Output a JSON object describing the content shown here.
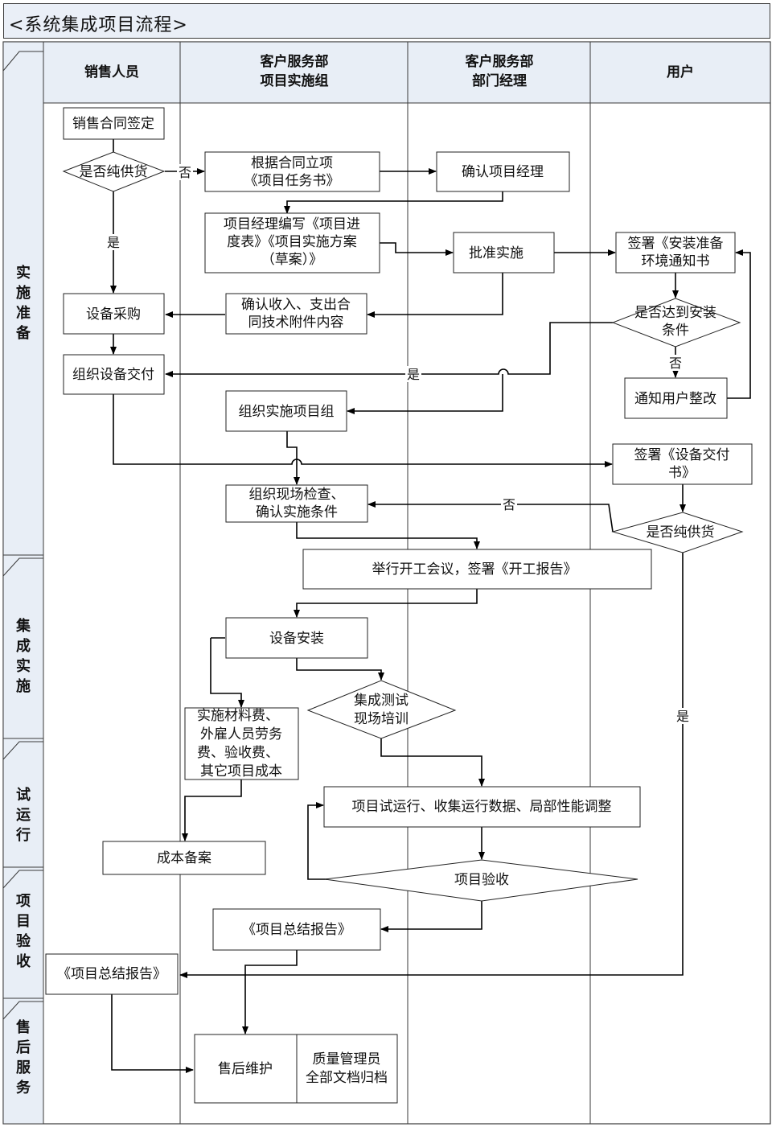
{
  "title": "<系统集成项目流程>",
  "lanes": {
    "sales": "销售人员",
    "cs_team_1": "客户服务部",
    "cs_team_2": "项目实施组",
    "cs_mgr_1": "客户服务部",
    "cs_mgr_2": "部门经理",
    "user": "用户"
  },
  "phases": {
    "prep": [
      "实",
      "施",
      "准",
      "备"
    ],
    "integ": [
      "集",
      "成",
      "实",
      "施"
    ],
    "trial": [
      "试",
      "运",
      "行"
    ],
    "accept": [
      "项",
      "目",
      "验",
      "收"
    ],
    "after": [
      "售",
      "后",
      "服",
      "务"
    ]
  },
  "nodes": {
    "sign_contract": [
      "销售合同签定"
    ],
    "pure_supply_1": [
      "是否纯供货"
    ],
    "setup_project": [
      "根据合同立项",
      "《项目任务书》"
    ],
    "confirm_pm": [
      "确认项目经理"
    ],
    "pm_schedule": [
      "项目经理编写《项目进",
      "度表》《项目实施方案",
      "（草案）》"
    ],
    "approve": [
      "批准实施"
    ],
    "sign_env": [
      "签署《安装准备",
      "环境通知书"
    ],
    "equip_purchase": [
      "设备采购"
    ],
    "confirm_income": [
      "确认收入、支出合",
      "同技术附件内容"
    ],
    "install_ready": [
      "是否达到安装",
      "条件"
    ],
    "org_delivery": [
      "组织设备交付"
    ],
    "notify_fix": [
      "通知用户整改"
    ],
    "org_team": [
      "组织实施项目组"
    ],
    "sign_delivery": [
      "签署《设备交付",
      "书》"
    ],
    "site_check": [
      "组织现场检查、",
      "确认实施条件"
    ],
    "pure_supply_2": [
      "是否纯供货"
    ],
    "kickoff": [
      "举行开工会议，签署《开工报告》"
    ],
    "equip_install": [
      "设备安装"
    ],
    "integ_test": [
      "集成测试",
      "现场培训"
    ],
    "cost_items": [
      "实施材料费、",
      "外雇人员劳务",
      "费、验收费、",
      "其它项目成本"
    ],
    "trial_run": [
      "项目试运行、收集运行数据、局部性能调整"
    ],
    "cost_record": [
      "成本备案"
    ],
    "acceptance": [
      "项目验收"
    ],
    "summary_1": [
      "《项目总结报告》"
    ],
    "summary_2": [
      "《项目总结报告》"
    ],
    "after_sales": [
      "售后维护"
    ],
    "archive": [
      "质量管理员",
      "全部文档归档"
    ]
  },
  "edge_labels": {
    "no_1": "否",
    "yes_1": "是",
    "yes_2": "是",
    "no_2": "否",
    "no_3": "否",
    "yes_3": "是"
  }
}
